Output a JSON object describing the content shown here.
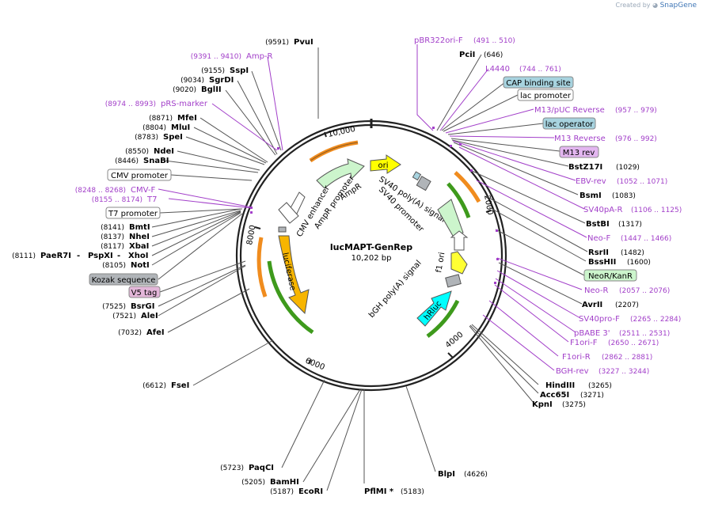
{
  "watermark": {
    "prefix": "Created by",
    "brand": "SnapGene"
  },
  "plasmid": {
    "name": "lucMAPT-GenRep",
    "size": "10,202 bp"
  },
  "ticks": [
    "2000",
    "4000",
    "6000",
    "8000",
    "10,000"
  ],
  "sites_left": [
    {
      "pos": "(9591)",
      "name": "PvuI"
    },
    {
      "pos": "(9155)",
      "name": "SspI"
    },
    {
      "pos": "(9034)",
      "name": "SgrDI"
    },
    {
      "pos": "(9020)",
      "name": "BglII"
    },
    {
      "pos": "(8871)",
      "name": "MfeI"
    },
    {
      "pos": "(8804)",
      "name": "MluI"
    },
    {
      "pos": "(8783)",
      "name": "SpeI"
    },
    {
      "pos": "(8550)",
      "name": "NdeI"
    },
    {
      "pos": "(8446)",
      "name": "SnaBI"
    },
    {
      "pos": "(8141)",
      "name": "BmtI"
    },
    {
      "pos": "(8137)",
      "name": "NheI"
    },
    {
      "pos": "(8117)",
      "name": "XbaI"
    },
    {
      "pos": "(8105)",
      "name": "NotI"
    },
    {
      "pos": "(7525)",
      "name": "BsrGI"
    },
    {
      "pos": "(7521)",
      "name": "AleI"
    },
    {
      "pos": "(7032)",
      "name": "AfeI"
    },
    {
      "pos": "(6612)",
      "name": "FseI"
    },
    {
      "pos": "(5723)",
      "name": "PaqCI"
    },
    {
      "pos": "(5205)",
      "name": "BamHI"
    },
    {
      "pos": "(5187)",
      "name": "EcoRI"
    }
  ],
  "site_multi": {
    "pos": "(8111)",
    "name1": "PaeR7I",
    "sep1": "-",
    "name2": "PspXI",
    "sep2": "-",
    "name3": "XhoI"
  },
  "sites_bottom": [
    {
      "name": "PflMI *",
      "pos": "(5183)"
    },
    {
      "name": "BlpI",
      "pos": "(4626)"
    }
  ],
  "sites_right": [
    {
      "name": "PciI",
      "pos": "(646)"
    },
    {
      "name": "BstZ17I",
      "pos": "(1029)"
    },
    {
      "name": "BsmI",
      "pos": "(1083)"
    },
    {
      "name": "BstBI",
      "pos": "(1317)"
    },
    {
      "name": "RsrII",
      "pos": "(1482)"
    },
    {
      "name": "BssHII",
      "pos": "(1600)"
    },
    {
      "name": "AvrII",
      "pos": "(2207)"
    },
    {
      "name": "HindIII",
      "pos": "(3265)"
    },
    {
      "name": "Acc65I",
      "pos": "(3271)"
    },
    {
      "name": "KpnI",
      "pos": "(3275)"
    }
  ],
  "features_left": [
    {
      "pos": "(9391 .. 9410)",
      "name": "Amp-R"
    },
    {
      "pos": "(8974 .. 8993)",
      "name": "pRS-marker"
    },
    {
      "pos": "(8248 .. 8268)",
      "name": "CMV-F"
    },
    {
      "pos": "(8155 .. 8174)",
      "name": "T7"
    }
  ],
  "features_right": [
    {
      "name": "pBR322ori-F",
      "pos": "(491 .. 510)"
    },
    {
      "name": "L4440",
      "pos": "(744 .. 761)"
    },
    {
      "name": "M13/pUC Reverse",
      "pos": "(957 .. 979)"
    },
    {
      "name": "M13 Reverse",
      "pos": "(976 .. 992)"
    },
    {
      "name": "EBV-rev",
      "pos": "(1052 .. 1071)"
    },
    {
      "name": "SV40pA-R",
      "pos": "(1106 .. 1125)"
    },
    {
      "name": "Neo-F",
      "pos": "(1447 .. 1466)"
    },
    {
      "name": "Neo-R",
      "pos": "(2057 .. 2076)"
    },
    {
      "name": "SV40pro-F",
      "pos": "(2265 .. 2284)"
    },
    {
      "name": "pBABE 3'",
      "pos": "(2511 .. 2531)"
    },
    {
      "name": "F1ori-F",
      "pos": "(2650 .. 2671)"
    },
    {
      "name": "F1ori-R",
      "pos": "(2862 .. 2881)"
    },
    {
      "name": "BGH-rev",
      "pos": "(3227 .. 3244)"
    }
  ],
  "boxes_left": [
    "CMV promoter",
    "T7 promoter",
    "Kozak sequence",
    "V5 tag"
  ],
  "boxes_right": [
    "CAP binding site",
    "lac promoter",
    "lac operator",
    "M13 rev",
    "NeoR/KanR"
  ],
  "inner_labels": {
    "ori": "ori",
    "ampr": "AmpR",
    "ampr_promoter": "AmpR promoter",
    "cmv_enhancer": "CMV enhancer",
    "luciferase": "luciferase",
    "sv40_polya": "SV40 poly(A) signal",
    "sv40_promoter": "SV40 promoter",
    "f1_ori": "f1 ori",
    "bgh_polya": "bGH poly(A) signal",
    "hrluc": "hRluc"
  },
  "colors": {
    "feature_text": "#a23fc9",
    "ori": "#ffff00",
    "ampr": "#ccf5cc",
    "luciferase": "#f7b500",
    "hrluc": "#00ffff",
    "f1ori": "#ffff33",
    "green_arc": "#3e9a1c",
    "orange_arc": "#f08c1e",
    "gray_box": "#b0b4b8",
    "blue_box": "#a7d3df",
    "pink_box": "#e3b6d9"
  }
}
